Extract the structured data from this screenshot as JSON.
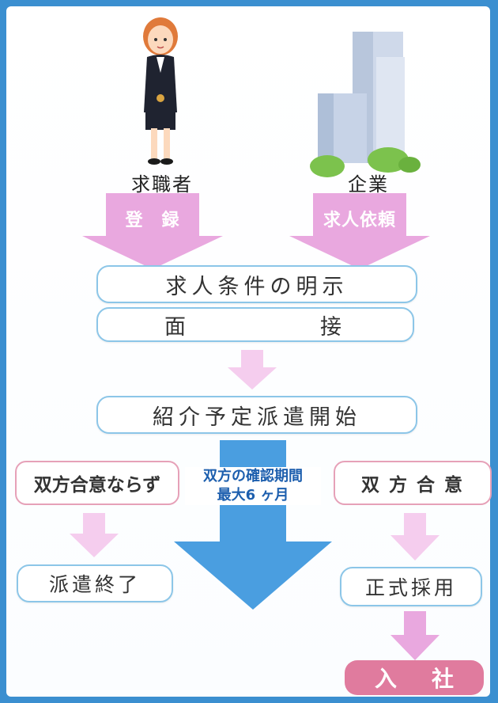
{
  "actors": {
    "seeker": "求職者",
    "company": "企業"
  },
  "arrows": {
    "register": "登　録",
    "job_request": "求人依頼"
  },
  "steps": {
    "conditions": "求人条件の明示",
    "interview_left": "面",
    "interview_right": "接",
    "dispatch_start": "紹介予定派遣開始"
  },
  "period": {
    "line1": "双方の確認期間",
    "line2": "最大6 ヶ月"
  },
  "branches": {
    "no_agreement": "双方合意ならず",
    "dispatch_end": "派遣終了",
    "agreement": "双 方 合 意",
    "hire": "正式採用",
    "join_left": "入",
    "join_right": "社"
  },
  "colors": {
    "pink_arrow": "#e9a8df",
    "pink_light": "#f5cdee",
    "blue_arrow": "#4a9ee0",
    "step_border": "#8cc6e8",
    "final_box": "#e07b9e"
  }
}
